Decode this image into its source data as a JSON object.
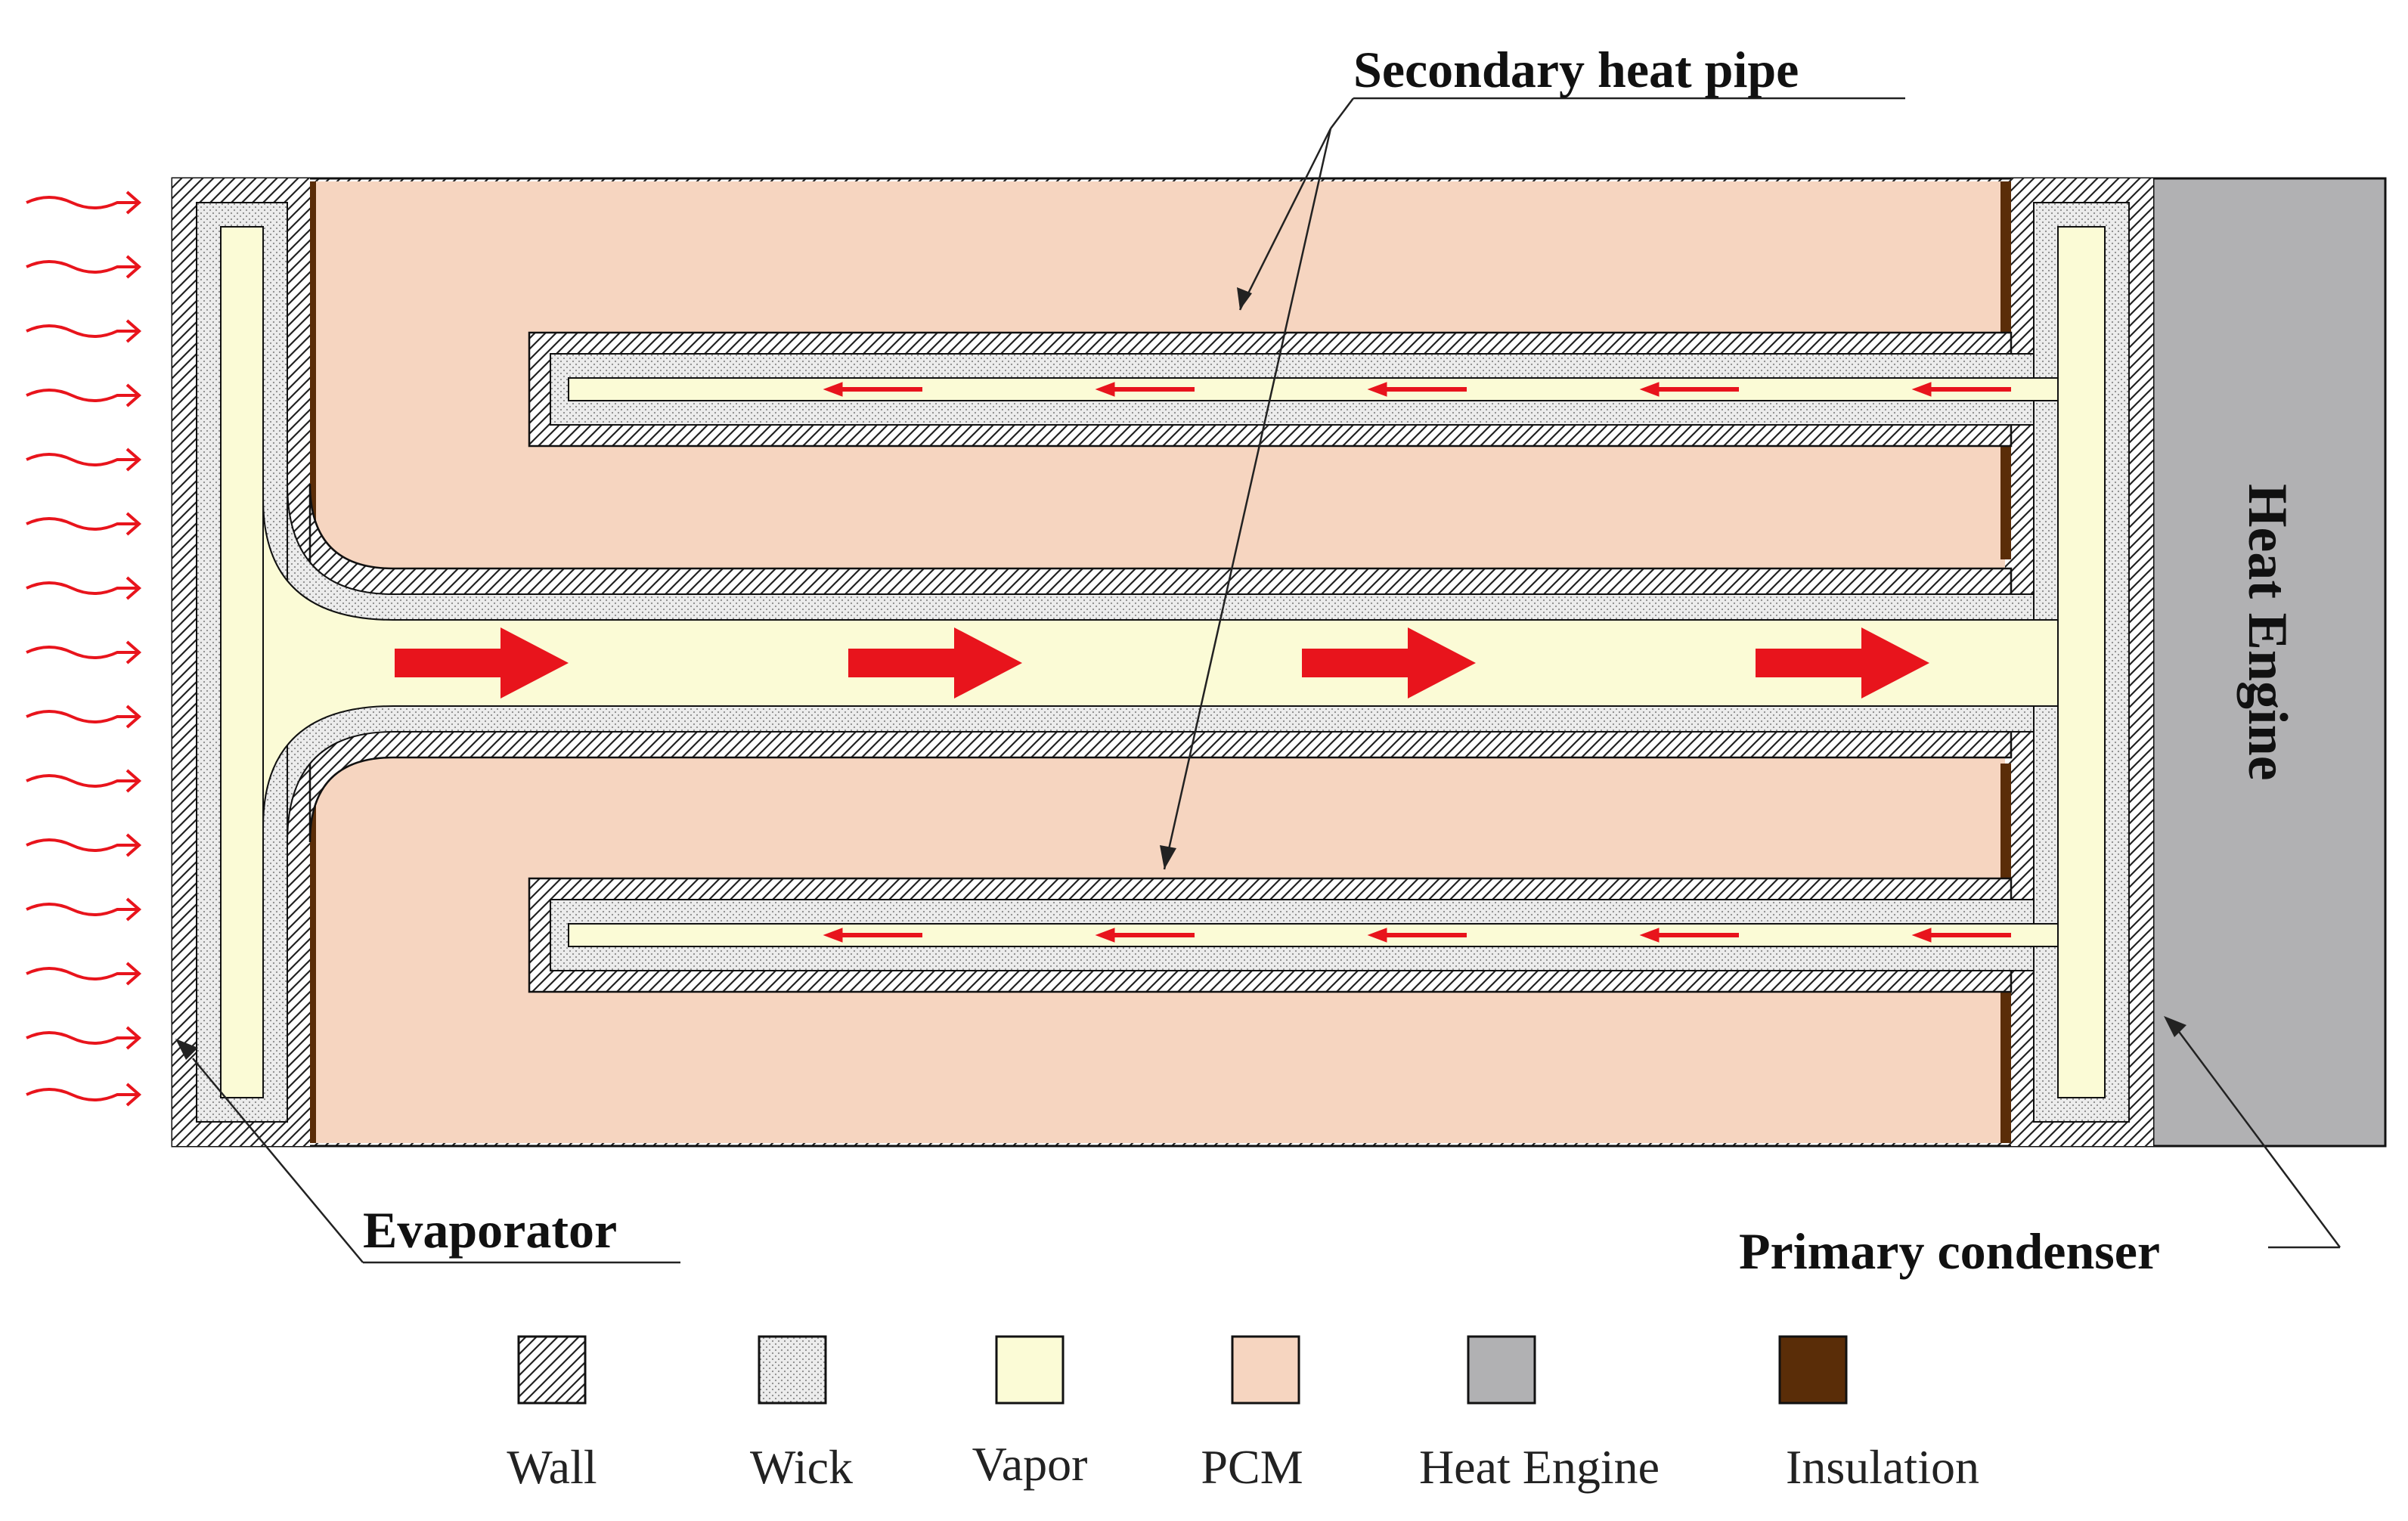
{
  "labels": {
    "secondary_heat_pipe": "Secondary heat pipe",
    "evaporator": "Evaporator",
    "primary_condenser": "Primary condenser",
    "heat_engine": "Heat Engine"
  },
  "legend": [
    {
      "key": "wall",
      "label": "Wall",
      "pattern": "hatch"
    },
    {
      "key": "wick",
      "label": "Wick",
      "pattern": "dots"
    },
    {
      "key": "vapor",
      "label": "Vapor",
      "color": "#fbfbd6"
    },
    {
      "key": "pcm",
      "label": "PCM",
      "color": "#f6d5c0"
    },
    {
      "key": "heat_engine",
      "label": "Heat Engine",
      "color": "#b1b1b3"
    },
    {
      "key": "insulation",
      "label": "Insulation",
      "color": "#5a2d08"
    }
  ],
  "colors": {
    "arrow_red": "#e8141c",
    "wall_line": "#1a1a1a",
    "wick_fill": "#ebebeb",
    "vapor": "#fbfbd6",
    "pcm": "#f6d5c0",
    "heat_engine": "#b1b1b3",
    "insulation": "#5a2d08"
  }
}
